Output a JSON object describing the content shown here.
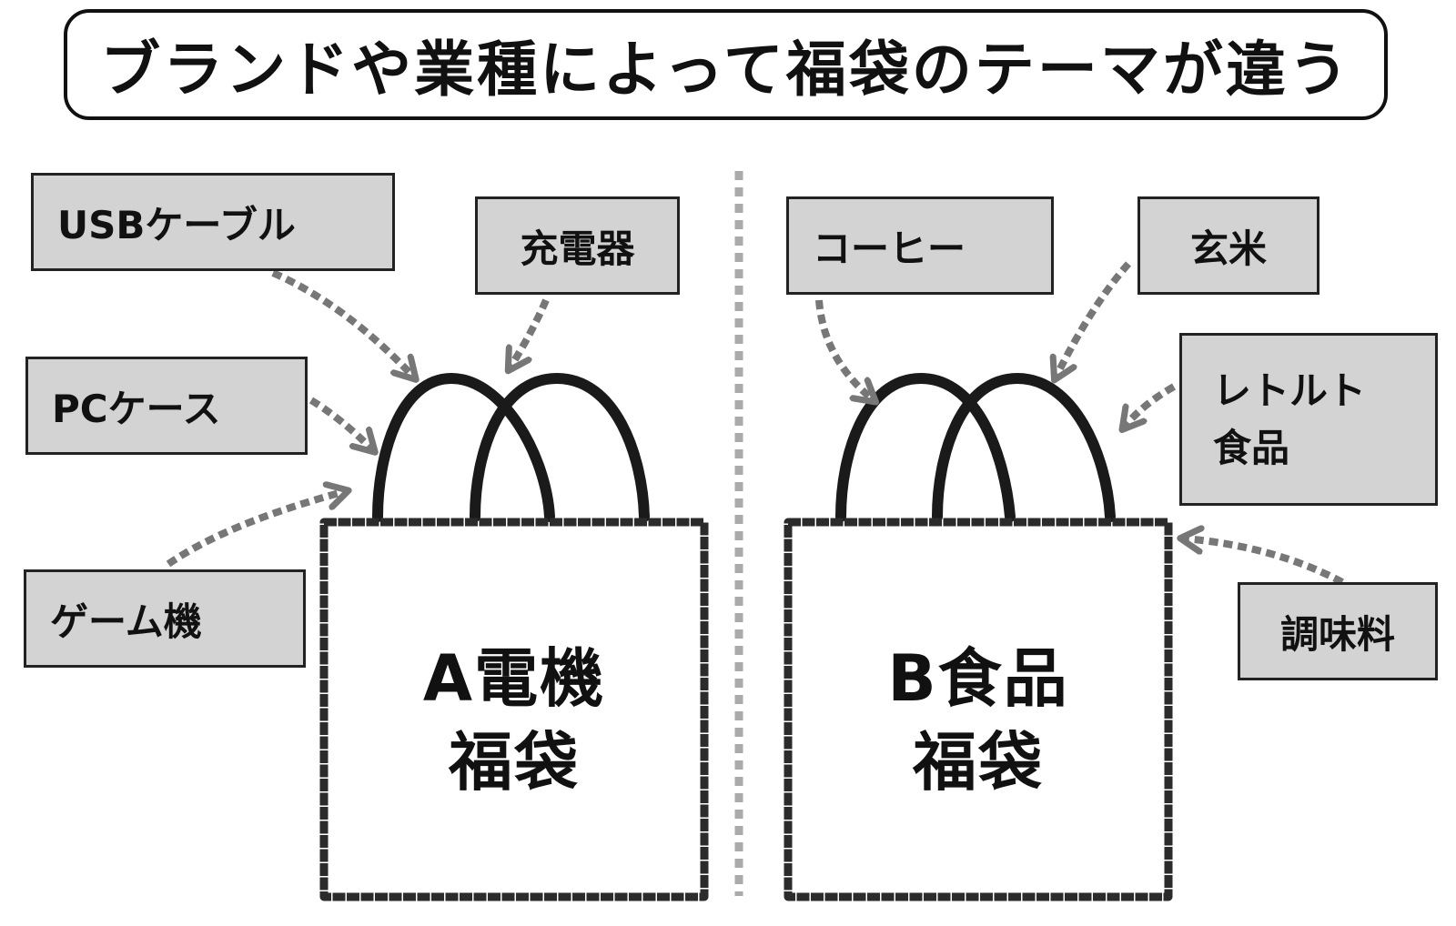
{
  "title": "ブランドや業種によって福袋のテーマが違う",
  "colors": {
    "label_fill": "#d3d3d3",
    "arrow": "#777777",
    "divider": "#aaaaaa",
    "outline": "#222222"
  },
  "bag_a": {
    "line1": "A電機",
    "line2": "福袋",
    "items": {
      "usb_cable": "USBケーブル",
      "charger": "充電器",
      "pc_case": "PCケース",
      "game_console": "ゲーム機"
    }
  },
  "bag_b": {
    "line1": "B食品",
    "line2": "福袋",
    "items": {
      "coffee": "コーヒー",
      "brown_rice": "玄米",
      "retort_line1": "レトルト",
      "retort_line2": "食品",
      "seasoning": "調味料"
    }
  }
}
